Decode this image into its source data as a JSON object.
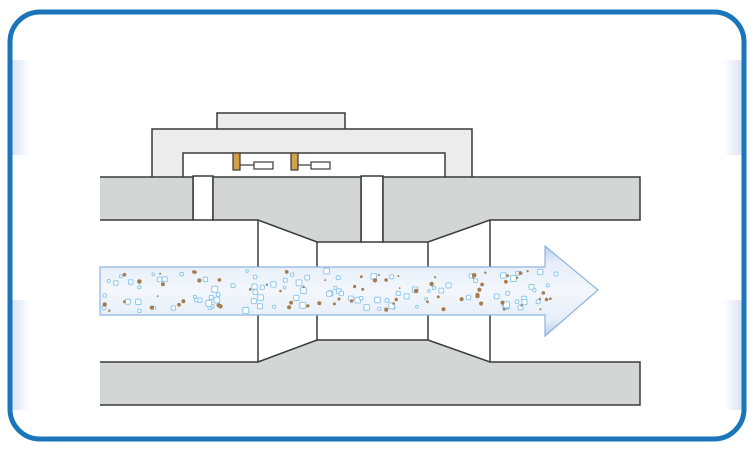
{
  "diagram": {
    "frame_color": "#1a75bb",
    "frame_glow_color": "#c9d9f0",
    "pipe_fill": "#d4d5d5",
    "housing_fill": "#ececec",
    "stroke_color": "#3a3a3a",
    "sensor_color": "#d4a04a",
    "flow_fill": "#dde7f5",
    "flow_edge": "#8fb3df",
    "bubble_color": "#8cc8ef",
    "particle_color": "#a57c4f",
    "elements": [
      "frame",
      "upper-pipe-wall",
      "lower-pipe-wall",
      "venturi-throat",
      "pressure-taps",
      "sensor-housing",
      "pressure-sensors",
      "flow-arrow"
    ]
  }
}
